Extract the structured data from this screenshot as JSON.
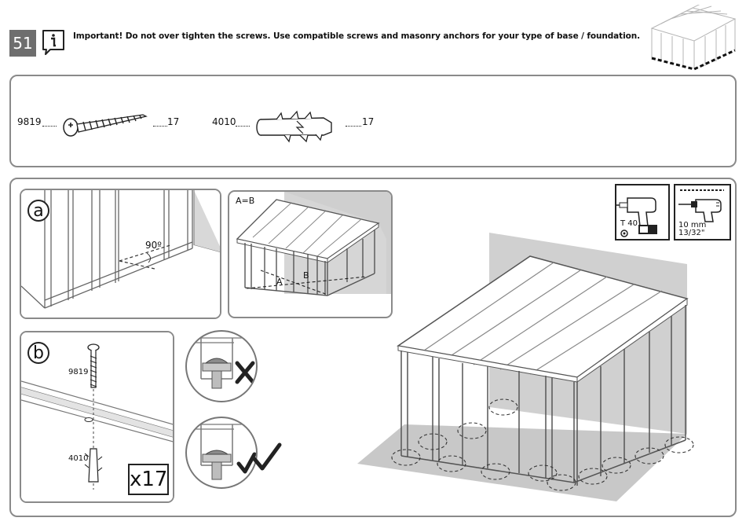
{
  "header": {
    "step_number": "51",
    "note": "Important! Do not over tighten the screws. Use compatible screws and masonry anchors for your type of base / foundation."
  },
  "parts": [
    {
      "code": "9819",
      "qty": "17"
    },
    {
      "code": "4010",
      "qty": "17"
    }
  ],
  "detail_a": {
    "label": "a",
    "angle": "90º"
  },
  "detail_ab": {
    "title": "A=B",
    "label_a": "A",
    "label_b": "B"
  },
  "detail_b": {
    "label": "b",
    "screw_code": "9819",
    "anchor_code": "4010",
    "multiplier": "x17"
  },
  "tools": {
    "drill_bit": "T 40",
    "hole_size_mm": "10 mm",
    "hole_size_in": "13/32\""
  }
}
